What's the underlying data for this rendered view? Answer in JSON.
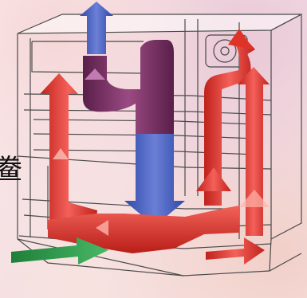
{
  "side_text": "鲞",
  "colors": {
    "exhaust_blue": "#3a55b8",
    "recirculation_purple": "#7a2f63",
    "downflow_blue": "#4459b8",
    "airflow_red": "#e03328",
    "intake_green": "#2f9a4a",
    "cabinet_line": "#555555"
  },
  "arrows": [
    {
      "name": "exhaust-up-arrow",
      "color": "exhaust_blue"
    },
    {
      "name": "recirculation-duct-arrow",
      "color": "recirculation_purple"
    },
    {
      "name": "downflow-arrow",
      "color": "downflow_blue"
    },
    {
      "name": "left-rising-arrow",
      "color": "airflow_red"
    },
    {
      "name": "bottom-horizontal-arrow",
      "color": "airflow_red"
    },
    {
      "name": "right-return-arrow",
      "color": "airflow_red"
    },
    {
      "name": "front-intake-arrow",
      "color": "intake_green"
    }
  ]
}
